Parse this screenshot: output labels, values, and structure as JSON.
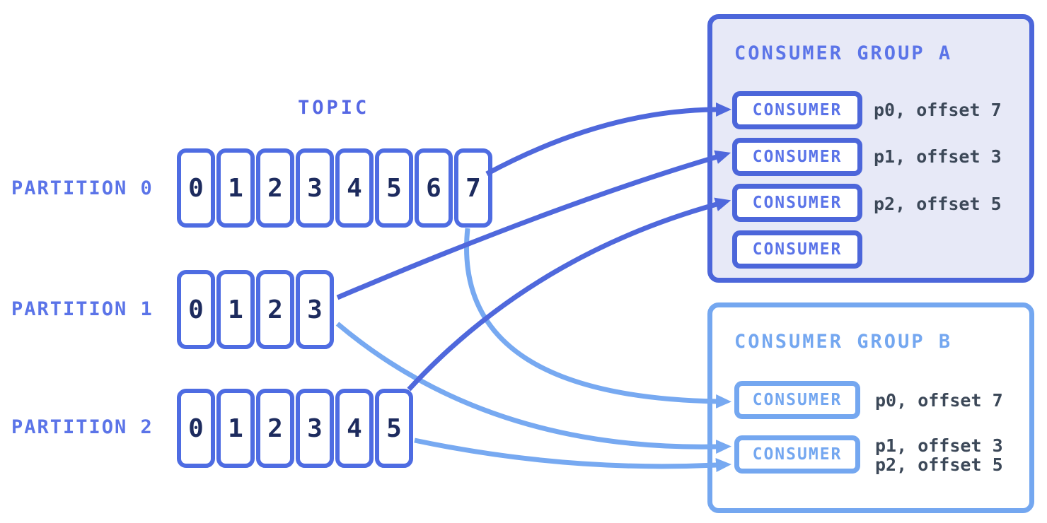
{
  "diagram": {
    "topic_label": "TOPIC",
    "partitions": [
      {
        "label": "PARTITION 0",
        "cells": [
          "0",
          "1",
          "2",
          "3",
          "4",
          "5",
          "6",
          "7"
        ]
      },
      {
        "label": "PARTITION 1",
        "cells": [
          "0",
          "1",
          "2",
          "3"
        ]
      },
      {
        "label": "PARTITION 2",
        "cells": [
          "0",
          "1",
          "2",
          "3",
          "4",
          "5"
        ]
      }
    ],
    "consumer_groups": [
      {
        "title": "CONSUMER GROUP A",
        "consumers": [
          {
            "label": "CONSUMER",
            "offsets": [
              "p0, offset 7"
            ]
          },
          {
            "label": "CONSUMER",
            "offsets": [
              "p1, offset 3"
            ]
          },
          {
            "label": "CONSUMER",
            "offsets": [
              "p2, offset 5"
            ]
          },
          {
            "label": "CONSUMER",
            "offsets": []
          }
        ]
      },
      {
        "title": "CONSUMER GROUP B",
        "consumers": [
          {
            "label": "CONSUMER",
            "offsets": [
              "p0, offset 7"
            ]
          },
          {
            "label": "CONSUMER",
            "offsets": [
              "p1, offset 3",
              "p2, offset 5"
            ]
          }
        ]
      }
    ],
    "colors": {
      "dark_arrow_blue": "#4F68DC",
      "light_arrow_blue": "#77A9F1",
      "cell_border_blue": "#4E6CE2",
      "label_blue": "#5B74E8",
      "group_a_border": "#4C66DA",
      "group_a_background": "#E7E9F7",
      "group_b_border": "#74A7F0",
      "cell_number_navy": "#1D2B5E",
      "offset_text_slate": "#3C4858",
      "background": "#FFFFFF"
    }
  }
}
